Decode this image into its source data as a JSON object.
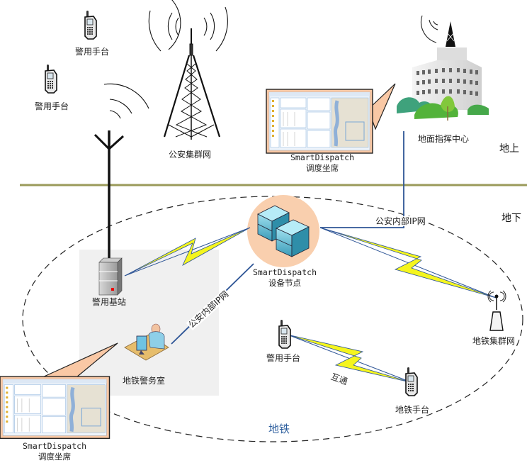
{
  "diagram": {
    "title": "SmartDispatch 地铁警用通信组网示意",
    "zones": {
      "above_ground": "地上",
      "underground": "地下",
      "subway": "地铁"
    },
    "nodes": {
      "police_handset_1": "警用手台",
      "police_handset_2": "警用手台",
      "public_security_trunk_network": "公安集群网",
      "console_top": {
        "line1": "SmartDispatch",
        "line2": "调度坐席"
      },
      "ground_command_center": "地面指挥中心",
      "police_base_station": "警用基站",
      "device_node": {
        "line1": "SmartDispatch",
        "line2": "设备节点"
      },
      "subway_police_room": "地铁警务室",
      "subway_trunk_network": "地铁集群网",
      "police_handset_underground": "警用手台",
      "subway_handset": "地铁手台",
      "console_bottom": {
        "line1": "SmartDispatch",
        "line2": "调度坐席"
      }
    },
    "links": {
      "ip_network_top": "公安内部IP网",
      "ip_network_left": "公安内部IP网",
      "interconnect": "互通"
    },
    "colors": {
      "ground_line": "#9a9a5a",
      "link_line": "#2e5596",
      "lightning_fill": "#f5f51e",
      "node_halo": "#f9cfae",
      "callout_fill": "#f9c8a5",
      "room_bg": "#f0f0f0",
      "subway_label": "#2e5f9e"
    }
  }
}
